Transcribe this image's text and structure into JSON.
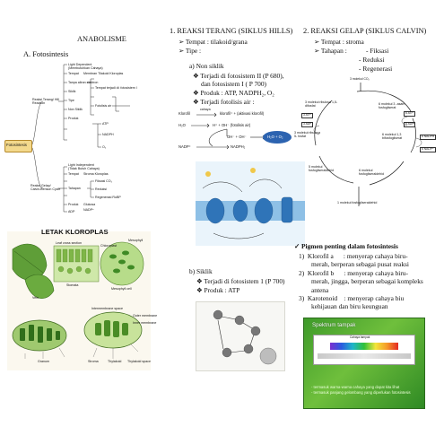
{
  "left": {
    "title": "ANABOLISME",
    "section_a": "A.   Fotosintesis",
    "tree": {
      "root": "Fotosintesis",
      "branch_light": "Reaksi Terang/ Hill Reaction",
      "branch_dark": "Reaksi Gelap/ Calvin-Benson Cycle",
      "light_items": [
        "Light Dependent",
        "(Membutuhkan Cahaya)",
        "Tempat",
        "Membran Tilakoid Kloroplas",
        "Tanpa aliran elektron",
        "Siklik",
        "Tipe",
        "Non Siklik",
        "Fotolisis air",
        "Produk",
        "ATP",
        "NADPH",
        "O₂",
        "Tempat terjadi di: fotosistem I"
      ],
      "dark_items": [
        "Light Independent",
        "(Tidak Butuh Cahaya)",
        "Tempat",
        "Stroma Kloroplas",
        "Fiksasi CO₂",
        "Reduksi",
        "Regenerasi RuBP",
        "Tahapan",
        "Glukosa",
        "Produk",
        "NADP⁺",
        "ADP"
      ]
    },
    "figure_title": "LETAK KLOROPLAS",
    "figure_labels": [
      "Chloroplast",
      "Mesophyll",
      "Vein",
      "Stomata",
      "Leaf cross section",
      "Mesophyll cell",
      "Outer membrane",
      "Inner membrane",
      "Granum",
      "Thylakoid",
      "Stroma",
      "Intermembrane space",
      "Thylakoid space"
    ]
  },
  "mid": {
    "title": "1.   REAKSI TERANG (SIKLUS HILLS)",
    "bullets": [
      "Tempat : tilakoid/grana",
      "Tipe :"
    ],
    "a_label": "a) Non siklik",
    "a_items": [
      [
        "Terjadi  di  fotosistem  II  (P  680),",
        "dan fotosistem I ( P 700)"
      ],
      [
        "Produk : ATP, NADPH₂, O₂"
      ],
      [
        "Terjadi fotolisis air :"
      ]
    ],
    "photolysis": {
      "l1_left": "Klorofil",
      "l1_arrow": "cahaya",
      "l1_right": "klorofil⁺ + (aktivasi klorofil)",
      "l2_left": "H₂O",
      "l2_right": "H⁺ + OH⁻ (fotolisis air)",
      "l3_mid": "OH⁻ + OH⁻",
      "l3_right": "H₂O + O₂",
      "l4_left": "NADP⁺",
      "l4_right": "NADPH₂"
    },
    "b_label": "b)  Siklik",
    "b_items": [
      "Terjadi di fotosistem 1 (P 700)",
      "Produk : ATP"
    ]
  },
  "right": {
    "title": "2.   REAKSI GELAP (SIKLUS CALVIN)",
    "tempat": "Tempat : stroma",
    "tahapan": "Tahapan :",
    "stages": [
      "Fiksasi",
      "Reduksi",
      "Regenerasi"
    ],
    "calvin": {
      "co2": "3 molekul CO₂",
      "rubp": "3 molekul ribulosa 1,5- difosfat",
      "pga": "6 molekul 3 -asam fosfogliserat",
      "bpg": "6 molekul 1,3 bifosfogliserat",
      "g3p": "6 molekul fosfogliseraldehid",
      "g3p5": "5 molekul fosfogliseraldehid",
      "out": "1 molekul fosfogliseraldehid",
      "rib": "3 molekul ribulosa 5- fosfat",
      "atp_in": "6 ATP",
      "adp_out": "6 ADP",
      "nadph": "6 NADPH",
      "nadp": "6 NADP⁺",
      "atp3": "3 ATP",
      "adp3": "3 ADP"
    },
    "pigment_title": "Pigmen penting dalam fotosintesis",
    "pigments": [
      {
        "n": "1)",
        "name": "Klorofil a",
        "desc": [
          ": menyerap cahaya  biru-",
          "merah, berperan sebagai pusat reaksi"
        ]
      },
      {
        "n": "2)",
        "name": "Klorofil b",
        "desc": [
          ": menyerap cahaya biru-",
          "merah, jingga, berperan sebagai kompleks",
          "antena"
        ]
      },
      {
        "n": "3)",
        "name": "Karotenoid",
        "desc": [
          ": menyerap cahaya biu",
          "kehijauan dan biru keunguan"
        ]
      }
    ],
    "slide": {
      "title": "Spektrum tampak",
      "spectrum_caption": "Cahaya tampak",
      "text1": "- termasuk warna-warna cahaya yang dapat kita lihat",
      "text2": "- termasuk panjang gelombang yang diperlukan fotosintesis"
    }
  },
  "colors": {
    "leaf_green": "#4d8b2e",
    "blue_membrane": "#6aa6d8",
    "slide_green": "#3f9b2a",
    "root_box": "#f3d98c"
  }
}
